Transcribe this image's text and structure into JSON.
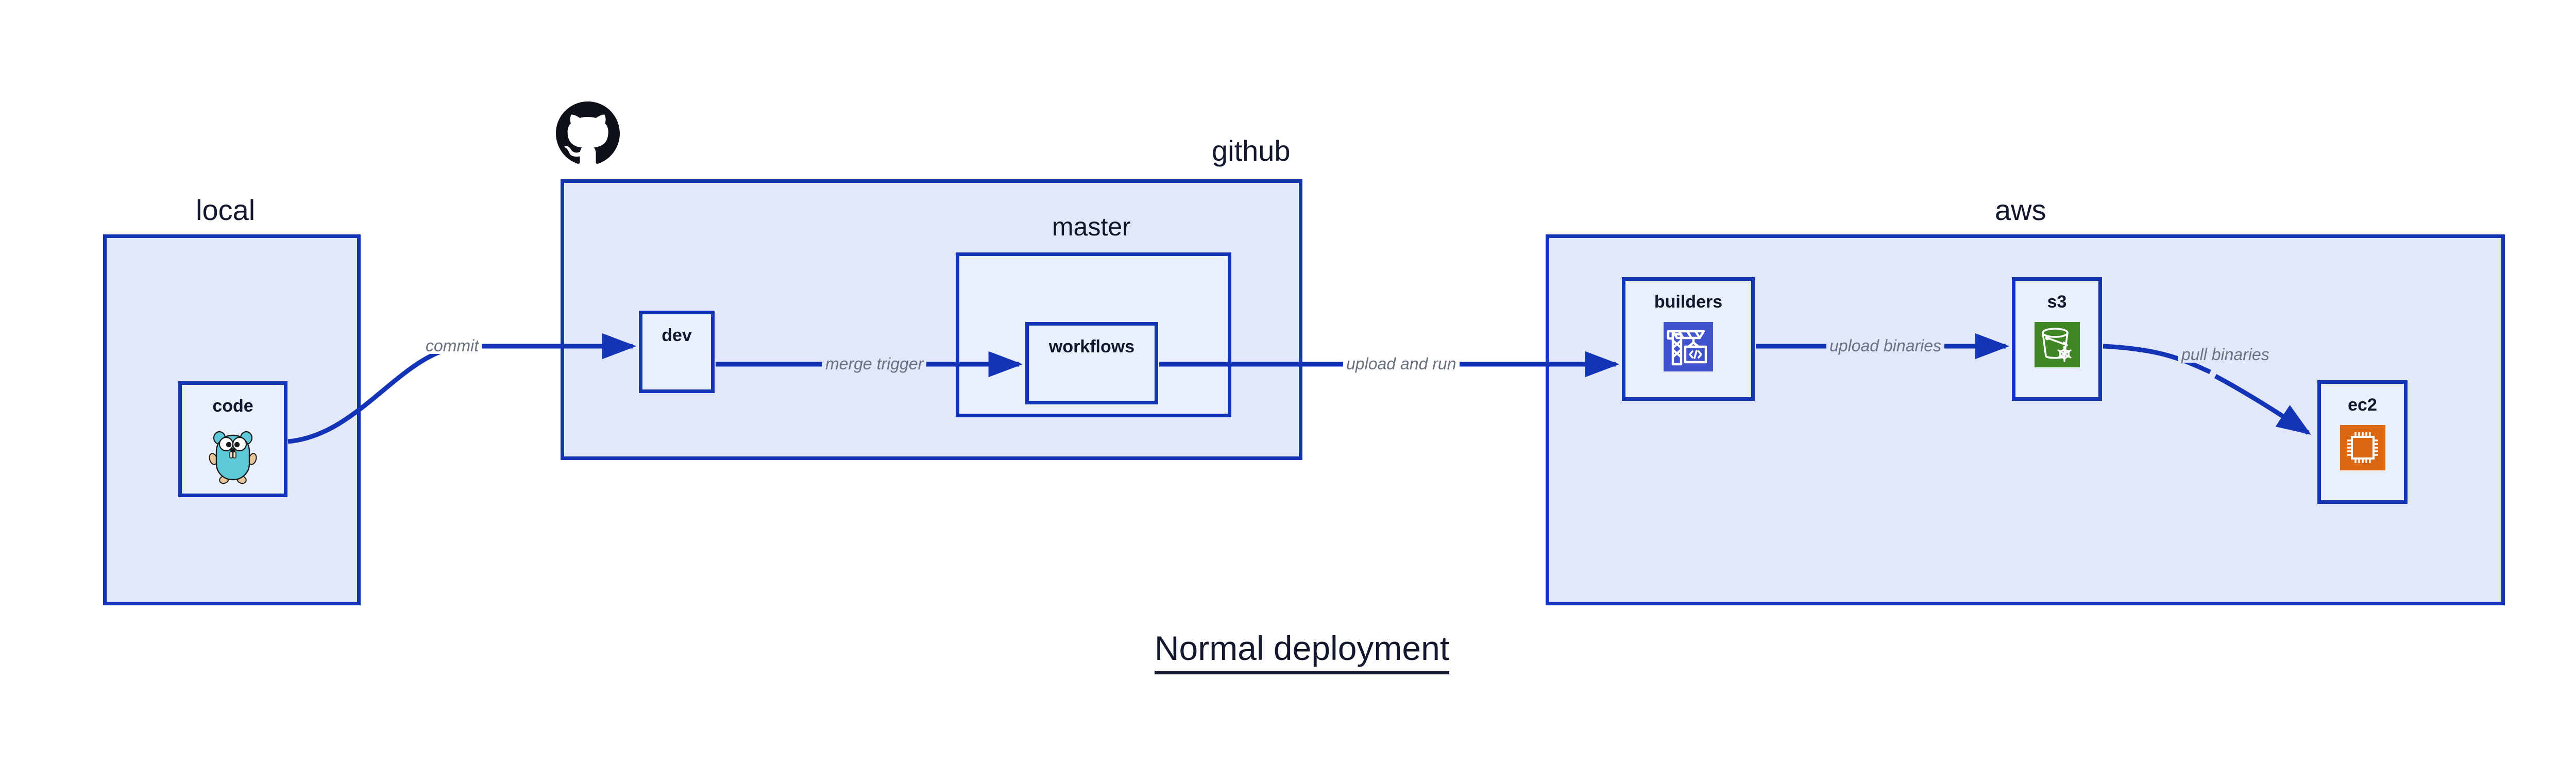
{
  "diagram": {
    "title": "Normal deployment",
    "accent_color": "#1434b8",
    "zone_fill": "#e2e7fa",
    "node_fill": "#eaeffc",
    "label_color": "#6b7280",
    "text_color": "#12172e"
  },
  "zones": [
    {
      "id": "local",
      "label": "local",
      "label_align": "center"
    },
    {
      "id": "github",
      "label": "github",
      "label_align": "right"
    },
    {
      "id": "aws",
      "label": "aws",
      "label_align": "center"
    }
  ],
  "groups": [
    {
      "id": "master",
      "label": "master",
      "parent": "github"
    }
  ],
  "nodes": [
    {
      "id": "code",
      "label": "code",
      "parent": "local",
      "icon": "go-gopher-icon",
      "icon_color": "#5dc9d8"
    },
    {
      "id": "dev",
      "label": "dev",
      "parent": "github",
      "icon": "none",
      "icon_color": ""
    },
    {
      "id": "workflows",
      "label": "workflows",
      "parent": "master",
      "icon": "none",
      "icon_color": ""
    },
    {
      "id": "builders",
      "label": "builders",
      "parent": "aws",
      "icon": "codebuild-crane-icon",
      "icon_color": "#3f51cc"
    },
    {
      "id": "s3",
      "label": "s3",
      "parent": "aws",
      "icon": "s3-bucket-icon",
      "icon_color": "#3f8624"
    },
    {
      "id": "ec2",
      "label": "ec2",
      "parent": "aws",
      "icon": "ec2-cpu-chip-icon",
      "icon_color": "#dd6611"
    }
  ],
  "edges": [
    {
      "id": "commit",
      "label": "commit",
      "from": "code",
      "to": "dev",
      "style": "curved"
    },
    {
      "id": "merge-trigger",
      "label": "merge trigger",
      "from": "dev",
      "to": "workflows",
      "style": "straight"
    },
    {
      "id": "upload-and-run",
      "label": "upload and run",
      "from": "workflows",
      "to": "builders",
      "style": "straight"
    },
    {
      "id": "upload-binaries",
      "label": "upload binaries",
      "from": "builders",
      "to": "s3",
      "style": "straight"
    },
    {
      "id": "pull-binaries",
      "label": "pull binaries",
      "from": "s3",
      "to": "ec2",
      "style": "curved"
    }
  ],
  "branding": {
    "github_mark": "github-octocat-icon"
  }
}
